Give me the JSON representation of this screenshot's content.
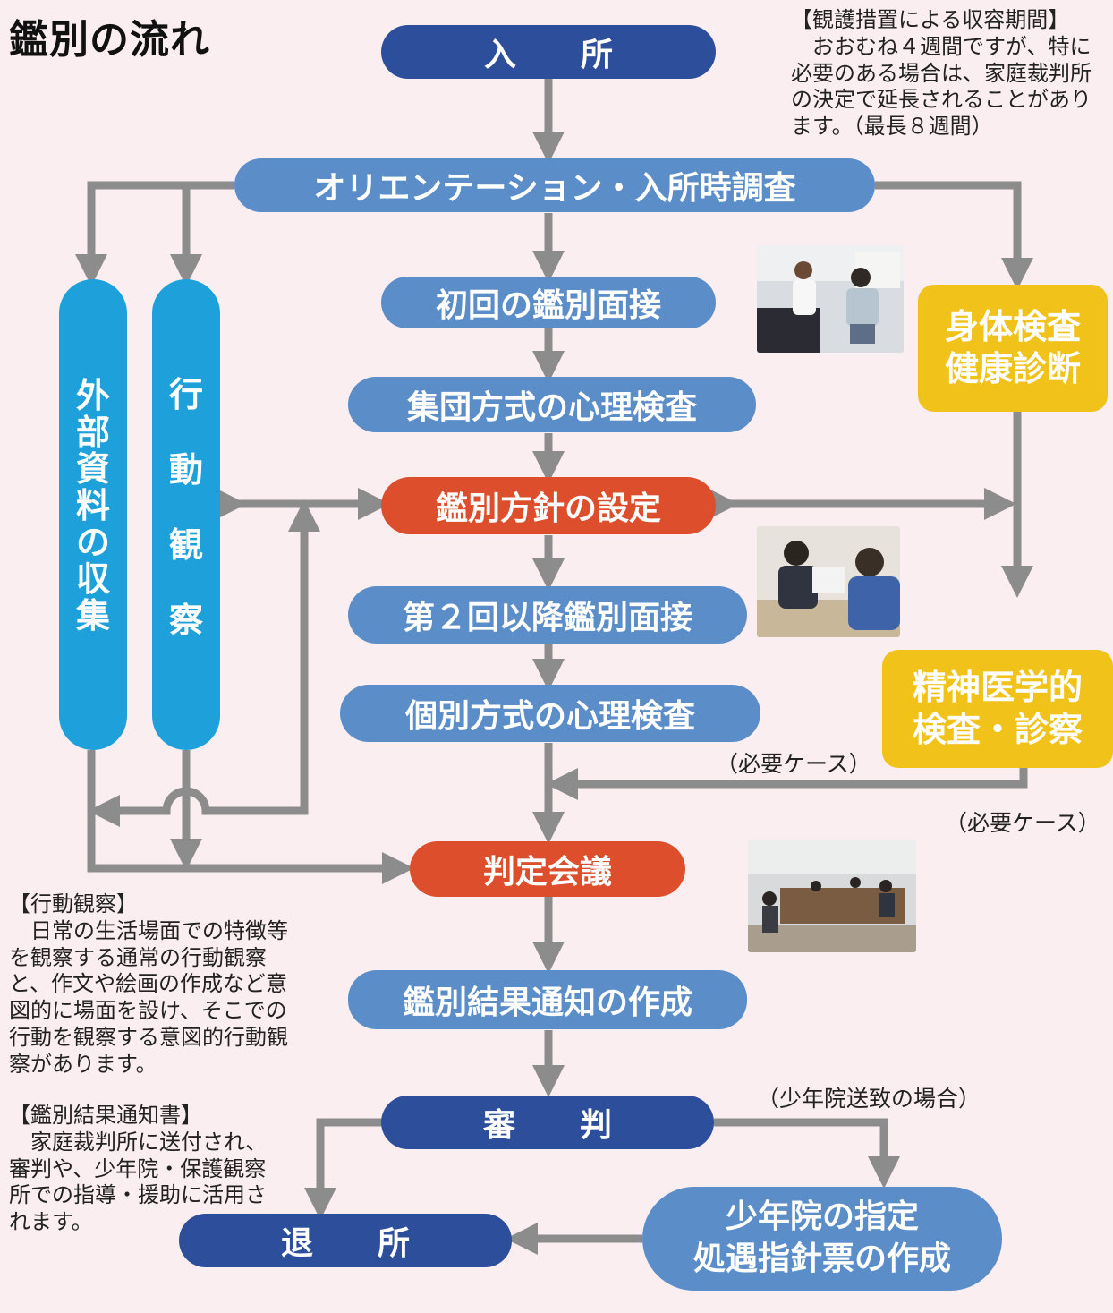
{
  "title": "鑑別の流れ",
  "steps": {
    "nyusho": "入　　所",
    "orientation": "オリエンテーション・入所時調査",
    "first_interview": "初回の鑑別面接",
    "group_test": "集団方式の心理検査",
    "policy": "鑑別方針の設定",
    "second_interview": "第２回以降鑑別面接",
    "individual_test": "個別方式の心理検査",
    "judgment_meeting": "判定会議",
    "result_notice": "鑑別結果通知の作成",
    "shinpan": "審　　判",
    "taisho": "退　　所",
    "juvenile_line1": "少年院の指定",
    "juvenile_line2": "処遇指針票の作成"
  },
  "side_boxes": {
    "physical_line1": "身体検査",
    "physical_line2": "健康診断",
    "psychiatric_line1": "精神医学的",
    "psychiatric_line2": "検査・診察"
  },
  "bars": {
    "external": [
      "外",
      "部",
      "資",
      "料",
      "の",
      "収",
      "集"
    ],
    "behavior": [
      "行",
      "動",
      "観",
      "察"
    ]
  },
  "notes": {
    "period_title": "【観護措置による収容期間】",
    "period_body": "　おおむね４週間ですが、特に必要のある場合は、家庭裁判所の決定で延長されることがあります。（最長８週間）",
    "behavior_title": "【行動観察】",
    "behavior_body": "　日常の生活場面での特徴等を観察する通常の行動観察と、作文や絵画の作成など意図的に場面を設け、そこでの行動を観察する意図的行動観察があります。",
    "result_title": "【鑑別結果通知書】",
    "result_body": "　家庭裁判所に送付され、審判や、少年院・保護観察所での指導・援助に活用されます。"
  },
  "labels": {
    "needed_case_1": "（必要ケース）",
    "needed_case_2": "（必要ケース）",
    "juvenile_case": "（少年院送致の場合）"
  }
}
